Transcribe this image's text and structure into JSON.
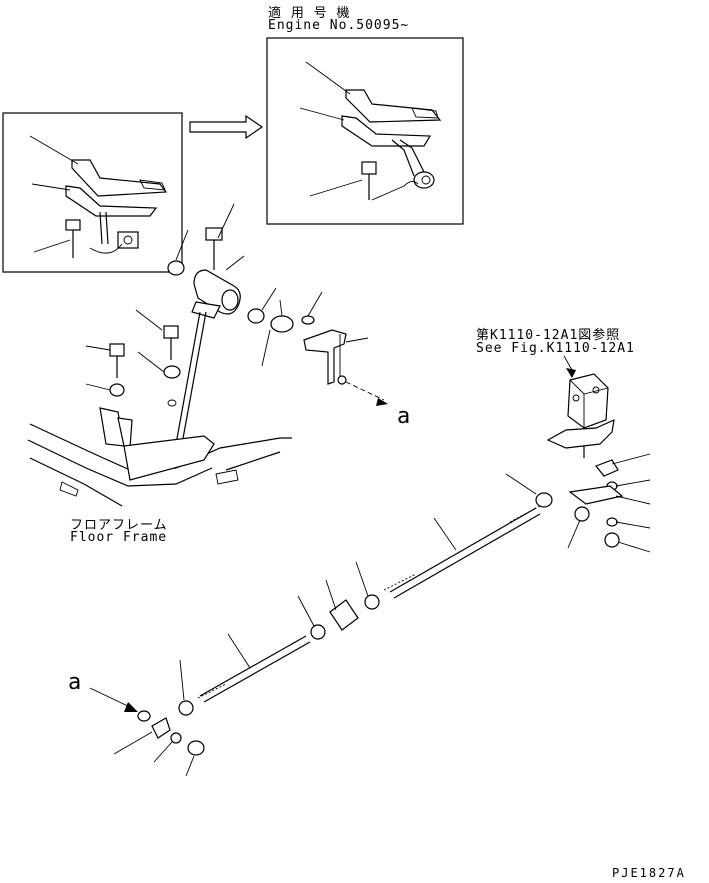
{
  "header": {
    "applicability_jp": "適 用 号 機",
    "engine_no": "Engine No.50095~"
  },
  "reference": {
    "jp": "第K1110-12A1図参照",
    "en": "See Fig.K1110-12A1"
  },
  "floor_frame": {
    "jp": "フロアフレーム",
    "en": "Floor Frame"
  },
  "connection_marker": "a",
  "drawing_code": "PJE1827A"
}
